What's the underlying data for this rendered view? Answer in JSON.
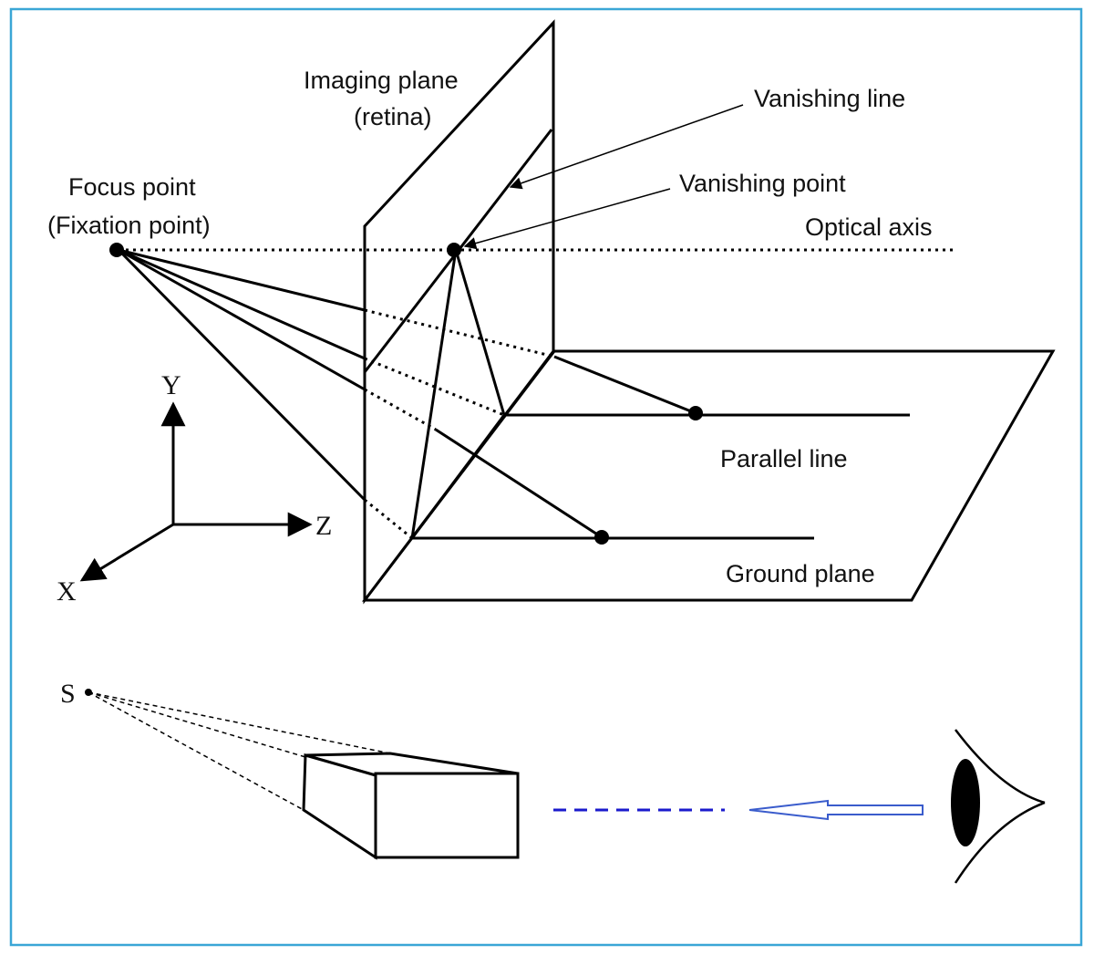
{
  "labels": {
    "imaging_plane_line1": "Imaging plane",
    "imaging_plane_line2": "(retina)",
    "vanishing_line": "Vanishing line",
    "vanishing_point": "Vanishing point",
    "focus_point_line1": "Focus point",
    "focus_point_line2": "(Fixation point)",
    "optical_axis": "Optical axis",
    "parallel_line": "Parallel line",
    "ground_plane": "Ground plane"
  },
  "axes": {
    "y": "Y",
    "z": "Z",
    "x": "X"
  },
  "source_label": "S",
  "colors": {
    "frame": "#3aa6d6",
    "ink": "#000000",
    "sight_line": "#1a1acc",
    "arrow_outline": "#3a5ccc",
    "background": "#ffffff"
  },
  "icons": {
    "eye": "eye-icon",
    "view_arrow": "left-arrow-icon"
  }
}
